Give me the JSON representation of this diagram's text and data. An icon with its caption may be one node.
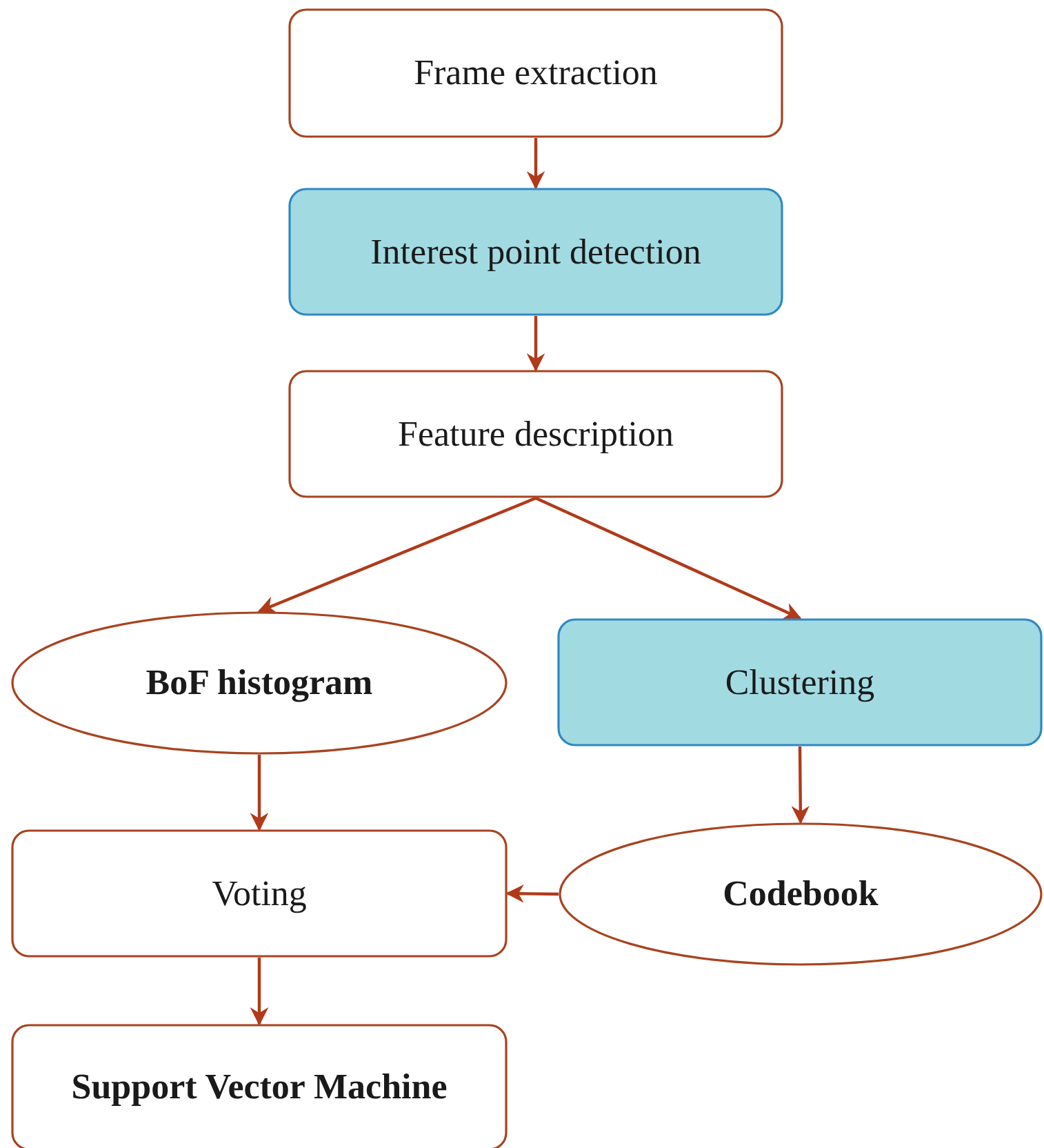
{
  "diagram": {
    "nodes": [
      {
        "text": [
          "Frame extraction"
        ]
      },
      {
        "text": [
          "Interest point detection"
        ]
      },
      {
        "text": [
          "Feature description"
        ]
      },
      {
        "text": [
          "BoF histogram"
        ]
      },
      {
        "text": [
          "Clustering"
        ]
      },
      {
        "text": [
          "Voting"
        ]
      },
      {
        "text": [
          "Codebook"
        ]
      },
      {
        "text": [
          "Support Vector Machine"
        ]
      }
    ],
    "edges": [
      {
        "from": 0,
        "to": 1,
        "arrow": "to"
      },
      {
        "from": 1,
        "to": 2,
        "arrow": "to"
      },
      {
        "from": 2,
        "to": 3,
        "arrow": "to"
      },
      {
        "from": 2,
        "to": 4,
        "arrow": "to"
      },
      {
        "from": 3,
        "to": 5,
        "arrow": "to"
      },
      {
        "from": 4,
        "to": 6,
        "arrow": "to"
      },
      {
        "from": 6,
        "to": 5,
        "arrow": "to"
      },
      {
        "from": 5,
        "to": 7,
        "arrow": "to"
      }
    ]
  }
}
